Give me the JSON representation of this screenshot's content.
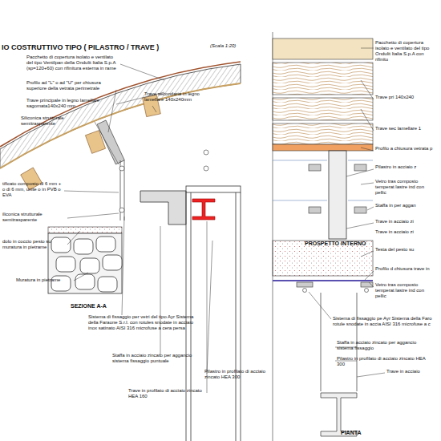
{
  "diagram": {
    "title": "IO COSTRUTTIVO TIPO ( PILASTRO / TRAVE )",
    "labels": [
      "(Scala 1:20)",
      "Pacchetto di copertura isolato e ventilato del tipo Ventilpan della Ondulit Italia S.p.A (sp=120+60) con rifinitura esterna in rame",
      "Profilo ad \"L\" o ad \"U\" per chiusura superiore della vetrata perimetrale",
      "Trave secondaria in legno lamellare 140x240mm",
      "Trave principale in legno lamellare sagomata140x240 mm",
      "Siliconica strutturale semitrasparente",
      "tificato composto di 6 mm + o di 6 mm, unite o in PVB o EVA",
      "iliconica strutturale semitrasparente",
      "dolo in coccio pesto su muratura in pietrame",
      "Muratura in pietrame",
      "SEZIONE A-A",
      "Sistema di fissaggio per vetri del tipo Ayr Sistema della Faraone S.r.l. con rotules snodate in acciaio inox satinato AISI 316 microfuse a cera persa",
      "Staffa in acciaio zincato per aggancio sistema fissaggio puntuale",
      "Pilastro in profilato di acciaio zincato HEA 300",
      "Trave in profilato di acciaio zincato HEA 160",
      "Pacchetto di copertura isolato e ventilato del tipo Ondulit Italia S.p.A con rifinitu",
      "Trave pri 140x240",
      "Trave sec lamellare 1",
      "Profilo a chiusura vetrata p",
      "Pilastro in acciaio z",
      "Vetro tras composto temperat lastre ind con pellic",
      "Staffa in per aggan",
      "Trave in acciaio zi",
      "Trave in acciaio zi",
      "PROSPETTO INTERNO",
      "Testa del pesto su",
      "Profilo d chiusura trave in",
      "Vetro tras composto temperat lastre ind con pellic",
      "Sistema di fissaggio pe Ayr Sistema della Faro rotule snodate in accia AISI 316 microfuse a c",
      "Staffa in acciaio zincato per aggancio sistema fissaggio",
      "Pilastro in profilato di acciaio zincato HEA 300",
      "Trave in acciaio",
      "PIANTA"
    ]
  }
}
